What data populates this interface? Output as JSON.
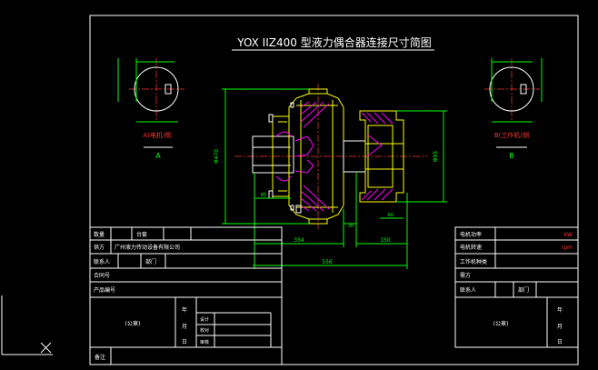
{
  "drawing": {
    "title": "YOX IIZ400 型液力偶合器连接尺寸简图",
    "left_view": {
      "label": "A(电机)侧",
      "letter": "A"
    },
    "right_view": {
      "label": "B(工作机)侧",
      "letter": "B"
    },
    "dimensions": {
      "d_left": "Φ470",
      "d_right": "Φ95",
      "d_small": "85",
      "d_gap": "30",
      "d_mid": "354",
      "d_right_len": "150",
      "d_total": "556",
      "d_right_small": "60"
    }
  },
  "title_block_left": {
    "rows": [
      {
        "c1": "数量",
        "c2": "台套",
        "c3": "",
        "c4": ""
      },
      {
        "c1": "供方",
        "c2": "广州液力传动设备有限公司",
        "c3": "",
        "c4": ""
      },
      {
        "c1": "联系人",
        "c2": "",
        "c3": "部门",
        "c4": ""
      },
      {
        "c1": "合同号",
        "c2": "",
        "c3": "",
        "c4": ""
      },
      {
        "c1": "产品编号",
        "c2": "",
        "c3": "",
        "c4": ""
      }
    ],
    "seal": "(公章)",
    "sign_rows": [
      {
        "label": "设计",
        "value": ""
      },
      {
        "label": "校对",
        "value": ""
      },
      {
        "label": "审核",
        "value": ""
      }
    ],
    "date_labels": {
      "year": "年",
      "month": "月",
      "day": "日"
    }
  },
  "title_block_right": {
    "rows": [
      {
        "c1": "电机功率",
        "c2": "",
        "c3": "kW"
      },
      {
        "c1": "电机转速",
        "c2": "",
        "c3": "rpm"
      },
      {
        "c1": "工作机种类",
        "c2": "",
        "c3": ""
      },
      {
        "c1": "需方",
        "c2": "",
        "c3": ""
      },
      {
        "c1": "联系人",
        "c2": "部门",
        "c3": ""
      }
    ],
    "seal": "(公章)",
    "date_labels": {
      "year": "年",
      "month": "月",
      "day": "日"
    }
  },
  "footer": {
    "remarks": "备注"
  },
  "colors": {
    "background": "#000000",
    "frame": "#ffffff",
    "part": "#ffff00",
    "dimension": "#00ff00",
    "center_line": "#ff0000",
    "hatch": "#ff00ff",
    "text_red": "#ff3333"
  }
}
